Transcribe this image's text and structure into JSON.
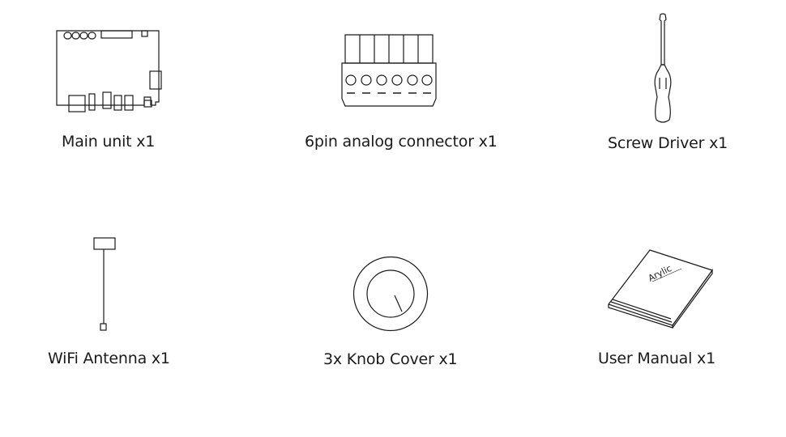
{
  "items": [
    {
      "label": "Main unit x1",
      "icon": "circuit-board-icon"
    },
    {
      "label": "6pin analog connector x1",
      "icon": "terminal-connector-icon"
    },
    {
      "label": "Screw Driver x1",
      "icon": "screwdriver-icon"
    },
    {
      "label": "WiFi Antenna x1",
      "icon": "wifi-antenna-icon"
    },
    {
      "label": "3x Knob Cover x1",
      "icon": "knob-cover-icon"
    },
    {
      "label": "User Manual x1",
      "icon": "user-manual-icon"
    }
  ],
  "manual_brand": "Arylic"
}
